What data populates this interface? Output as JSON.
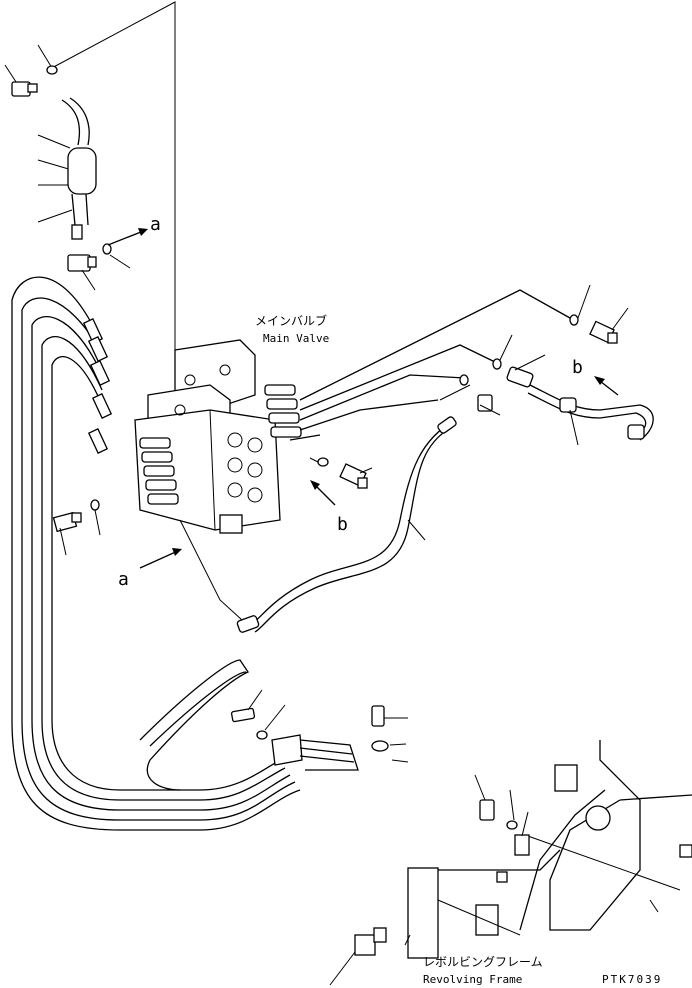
{
  "labels": {
    "main_valve_jp": "メインバルブ",
    "main_valve_en": "Main Valve",
    "revolving_frame_jp": "レボルビングフレーム",
    "revolving_frame_en": "Revolving Frame",
    "drawing_code": "PTK7039",
    "ref_a": "a",
    "ref_b": "b"
  }
}
